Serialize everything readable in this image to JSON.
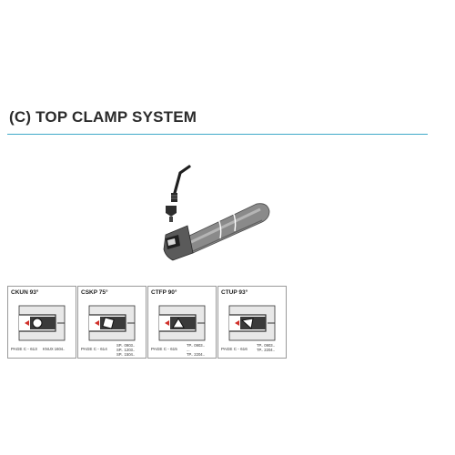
{
  "section_title": "(C) TOP CLAMP SYSTEM",
  "colors": {
    "rule": "#3fa9c9",
    "tool_body": "#8a8a8a",
    "tool_dark": "#1f1f1f"
  },
  "tools": [
    {
      "code": "CKUN 93°",
      "page": "PAGE C - 613",
      "inserts": [
        "KNUX 1604.."
      ]
    },
    {
      "code": "CSKP 75°",
      "page": "PAGE C - 614",
      "inserts": [
        "SP.. 0903..",
        "SP.. 1203..",
        "SP.. 1504.."
      ]
    },
    {
      "code": "CTFP 90°",
      "page": "PAGE C - 615",
      "inserts": [
        "TP.. 0903..",
        "...",
        "TP.. 2204.."
      ]
    },
    {
      "code": "CTUP 93°",
      "page": "PAGE C - 616",
      "inserts": [
        "TP.. 0903..",
        "TP.. 2204.."
      ]
    }
  ]
}
